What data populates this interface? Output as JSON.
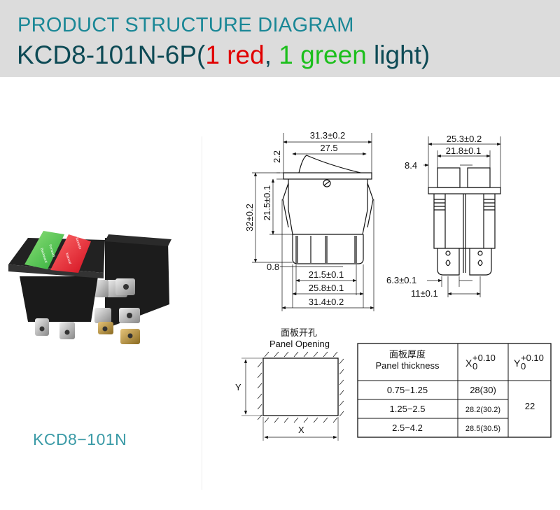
{
  "header": {
    "title": "PRODUCT STRUCTURE DIAGRAM",
    "model": "KCD8-101N-6P(",
    "red_part": "1 red",
    "comma": ", ",
    "green_part": "1 green",
    "tail": " light)",
    "colors": {
      "background": "#dcdcdc",
      "title": "#1a8796",
      "model": "#0d4a55",
      "red": "#e10000",
      "green": "#1cbf1c"
    }
  },
  "photo": {
    "caption": "KCD8−101N",
    "green_rocker_labels": [
      "Forward",
      "Backward"
    ],
    "red_rocker_labels": [
      "Remote",
      "Manual"
    ]
  },
  "front_view": {
    "dims": {
      "overall_top": "31.3±0.2",
      "rocker_width": "27.5",
      "rocker_height": "2.2",
      "total_height": "32±0.2",
      "body_height": "21.5±0.1",
      "pin_thickness": "0.8",
      "pin_spacing": "21.5±0.1",
      "pin_outer": "25.8±0.1",
      "bottom_width": "31.4±0.2"
    }
  },
  "side_view": {
    "dims": {
      "overall": "25.3±0.2",
      "inner": "21.8±0.1",
      "offset": "8.4",
      "terminal_width": "6.3±0.1",
      "terminal_pitch": "11±0.1"
    }
  },
  "panel_opening": {
    "title_cn": "面板开孔",
    "title_en": "Panel Opening",
    "x_label": "X",
    "y_label": "Y"
  },
  "table": {
    "header": {
      "thickness_cn": "面板厚度",
      "thickness_en": "Panel thickness",
      "x_col": "X",
      "y_col": "Y",
      "tol_plus": "+0.10",
      "tol_zero": "0"
    },
    "rows": [
      {
        "thickness": "0.75−1.25",
        "x": "28(30)"
      },
      {
        "thickness": "1.25−2.5",
        "x": "28.2(30.2)"
      },
      {
        "thickness": "2.5−4.2",
        "x": "28.5(30.5)"
      }
    ],
    "y_value": "22"
  }
}
